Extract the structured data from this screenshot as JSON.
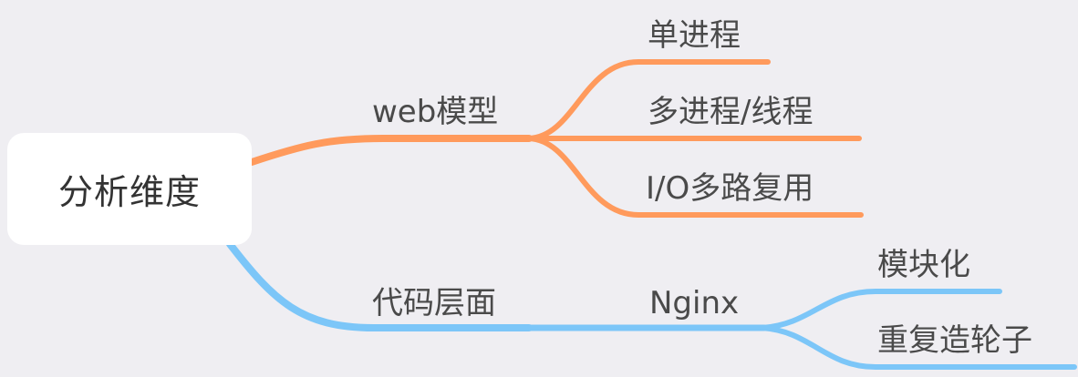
{
  "root": {
    "label": "分析维度"
  },
  "branches": [
    {
      "label": "web模型",
      "color": "#ff9a5c",
      "children": [
        {
          "label": "单进程"
        },
        {
          "label": "多进程/线程"
        },
        {
          "label": "I/O多路复用"
        }
      ]
    },
    {
      "label": "代码层面",
      "color": "#7cc6f8",
      "children": [
        {
          "label": "Nginx",
          "children": [
            {
              "label": "模块化"
            },
            {
              "label": "重复造轮子"
            }
          ]
        }
      ]
    }
  ]
}
